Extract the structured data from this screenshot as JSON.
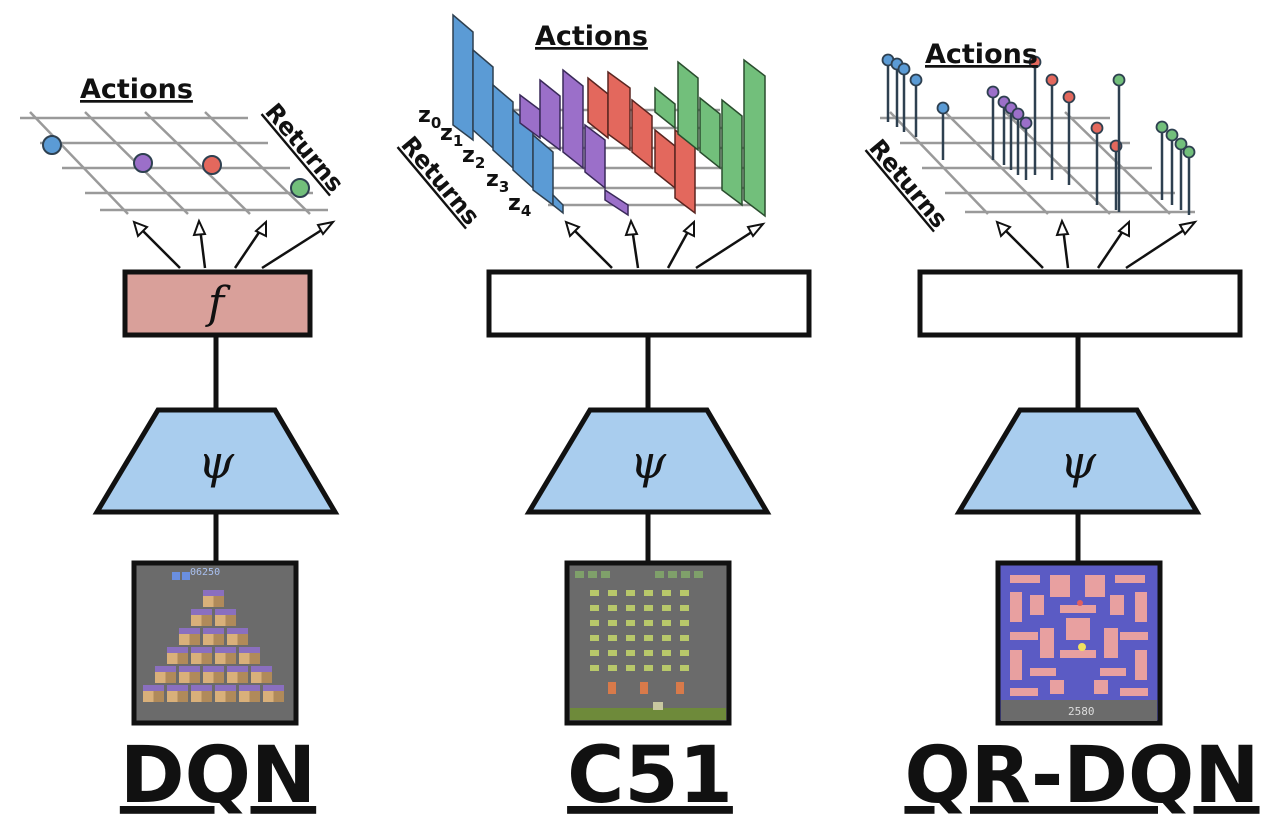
{
  "models": [
    {
      "id": "dqn",
      "title": "DQN",
      "actions_label": "Actions",
      "returns_label": "Returns",
      "head_symbol": "f",
      "encoder_symbol": "ψ",
      "head_color": "#d9a09a",
      "game": "qbert",
      "game_score": "06250"
    },
    {
      "id": "c51",
      "title": "C51",
      "actions_label": "Actions",
      "returns_label": "Returns",
      "atom_labels": [
        "z0",
        "z1",
        "z2",
        "z3",
        "z4"
      ],
      "head_symbol": "",
      "encoder_symbol": "ψ",
      "head_color": "#ffffff",
      "game": "space-invaders"
    },
    {
      "id": "qrdqn",
      "title": "QR-DQN",
      "actions_label": "Actions",
      "returns_label": "Returns",
      "head_symbol": "",
      "encoder_symbol": "ψ",
      "head_color": "#ffffff",
      "game": "ms-pacman",
      "game_score": "2580"
    }
  ],
  "colors": {
    "action_1": "#5b9bd5",
    "action_2": "#9b6fc9",
    "action_3": "#e3685d",
    "action_4": "#72bf7b",
    "encoder": "#a9cdee",
    "line": "#111111",
    "grid": "#9a9a9a"
  },
  "icons": [
    "arrow-icon",
    "trapezoid-encoder-icon",
    "game-frame-icon"
  ]
}
